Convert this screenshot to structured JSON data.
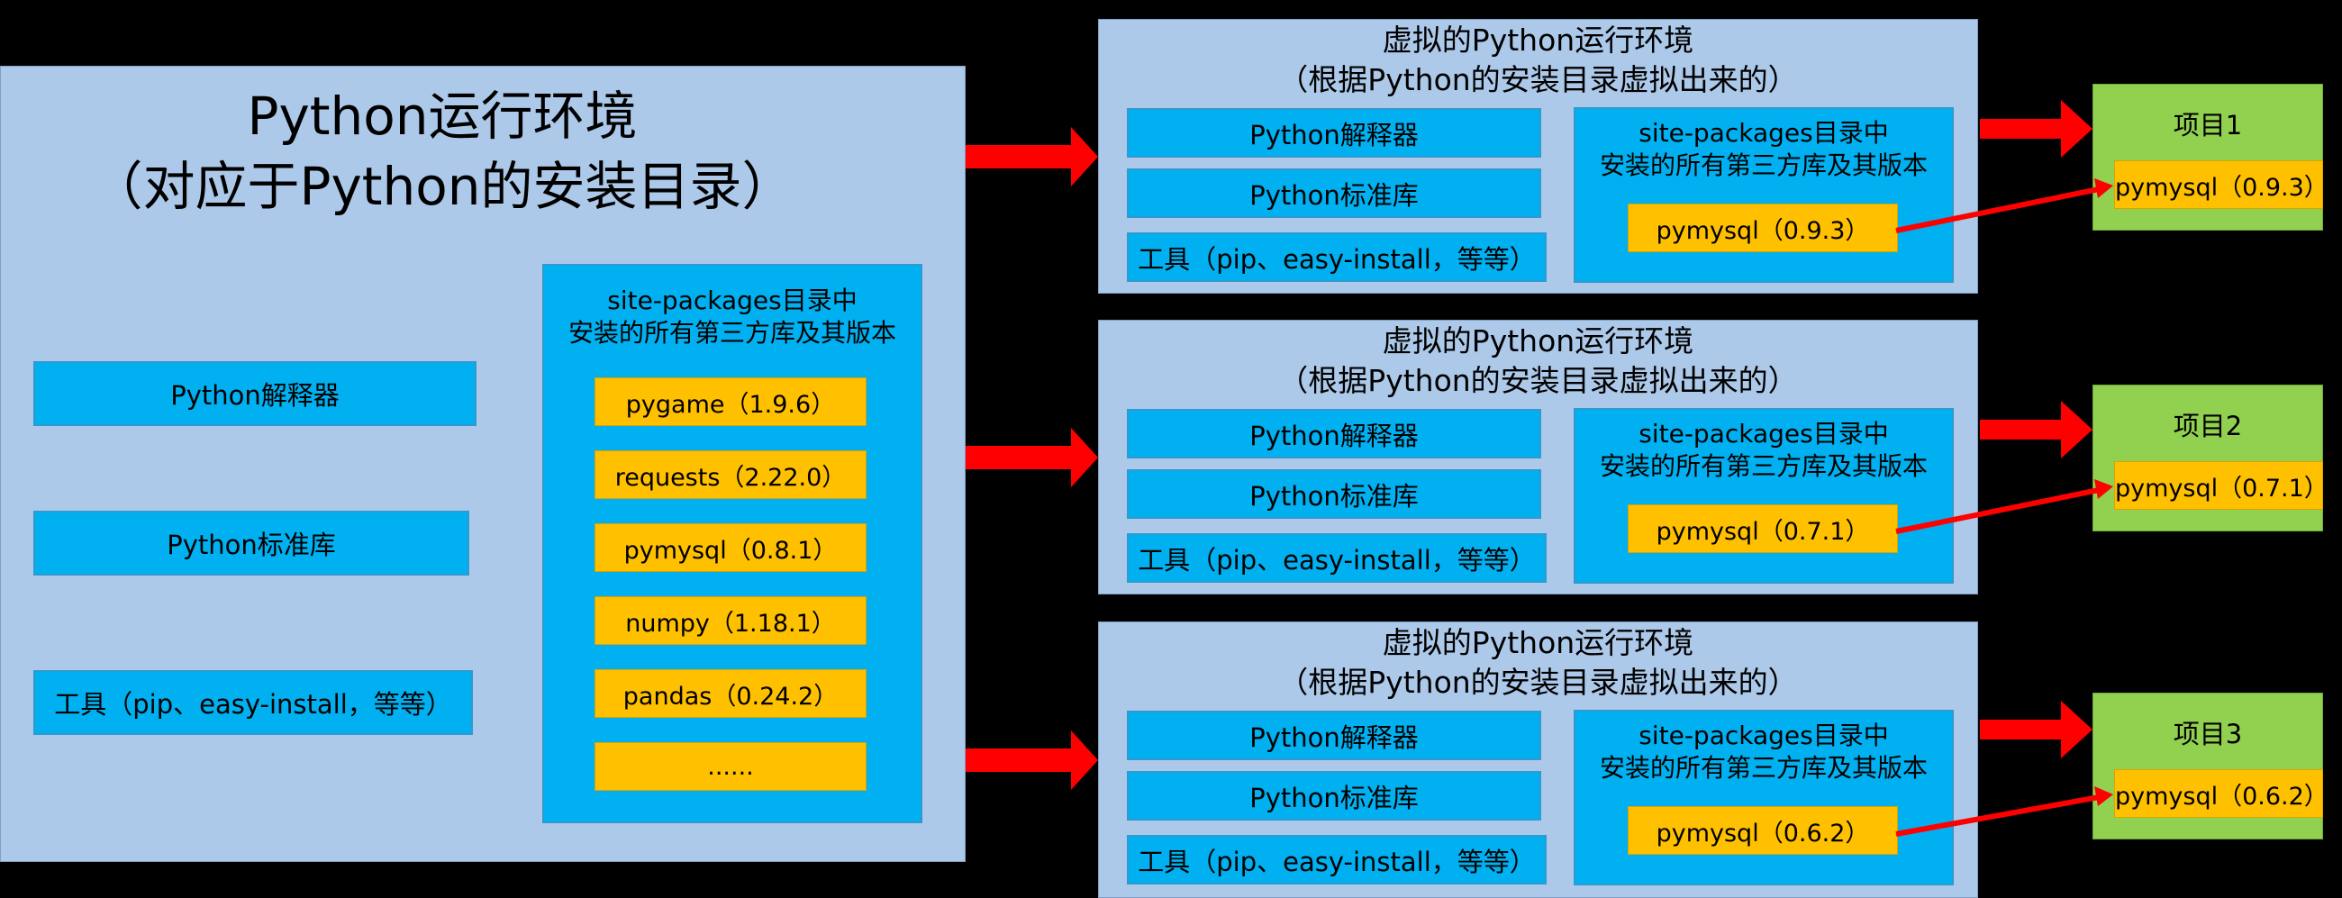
{
  "main_env": {
    "title_line1": "Python运行环境",
    "title_line2": "（对应于Python的安装目录）",
    "interpreter": "Python解释器",
    "stdlib": "Python标准库",
    "tools": "工具（pip、easy-install，等等）",
    "site_packages_title_line1": "site-packages目录中",
    "site_packages_title_line2": "安装的所有第三方库及其版本",
    "packages": [
      "pygame（1.9.6）",
      "requests（2.22.0）",
      "pymysql（0.8.1）",
      "numpy（1.18.1）",
      "pandas（0.24.2）",
      "......"
    ]
  },
  "virtual_envs": [
    {
      "title_line1": "虚拟的Python运行环境",
      "title_line2": "（根据Python的安装目录虚拟出来的）",
      "interpreter": "Python解释器",
      "stdlib": "Python标准库",
      "tools": "工具（pip、easy-install，等等）",
      "site_packages_title_line1": "site-packages目录中",
      "site_packages_title_line2": "安装的所有第三方库及其版本",
      "package": "pymysql（0.9.3）"
    },
    {
      "title_line1": "虚拟的Python运行环境",
      "title_line2": "（根据Python的安装目录虚拟出来的）",
      "interpreter": "Python解释器",
      "stdlib": "Python标准库",
      "tools": "工具（pip、easy-install，等等）",
      "site_packages_title_line1": "site-packages目录中",
      "site_packages_title_line2": "安装的所有第三方库及其版本",
      "package": "pymysql（0.7.1）"
    },
    {
      "title_line1": "虚拟的Python运行环境",
      "title_line2": "（根据Python的安装目录虚拟出来的）",
      "interpreter": "Python解释器",
      "stdlib": "Python标准库",
      "tools": "工具（pip、easy-install，等等）",
      "site_packages_title_line1": "site-packages目录中",
      "site_packages_title_line2": "安装的所有第三方库及其版本",
      "package": "pymysql（0.6.2）"
    }
  ],
  "projects": [
    {
      "name": "项目1",
      "package": "pymysql（0.9.3）"
    },
    {
      "name": "项目2",
      "package": "pymysql（0.7.1）"
    },
    {
      "name": "项目3",
      "package": "pymysql（0.6.2）"
    }
  ],
  "colors": {
    "background": "#000000",
    "panel": "#adc9e9",
    "box_blue": "#00b0f0",
    "box_yellow": "#ffc000",
    "project_green": "#92d050",
    "arrow_red": "#ff0000"
  }
}
